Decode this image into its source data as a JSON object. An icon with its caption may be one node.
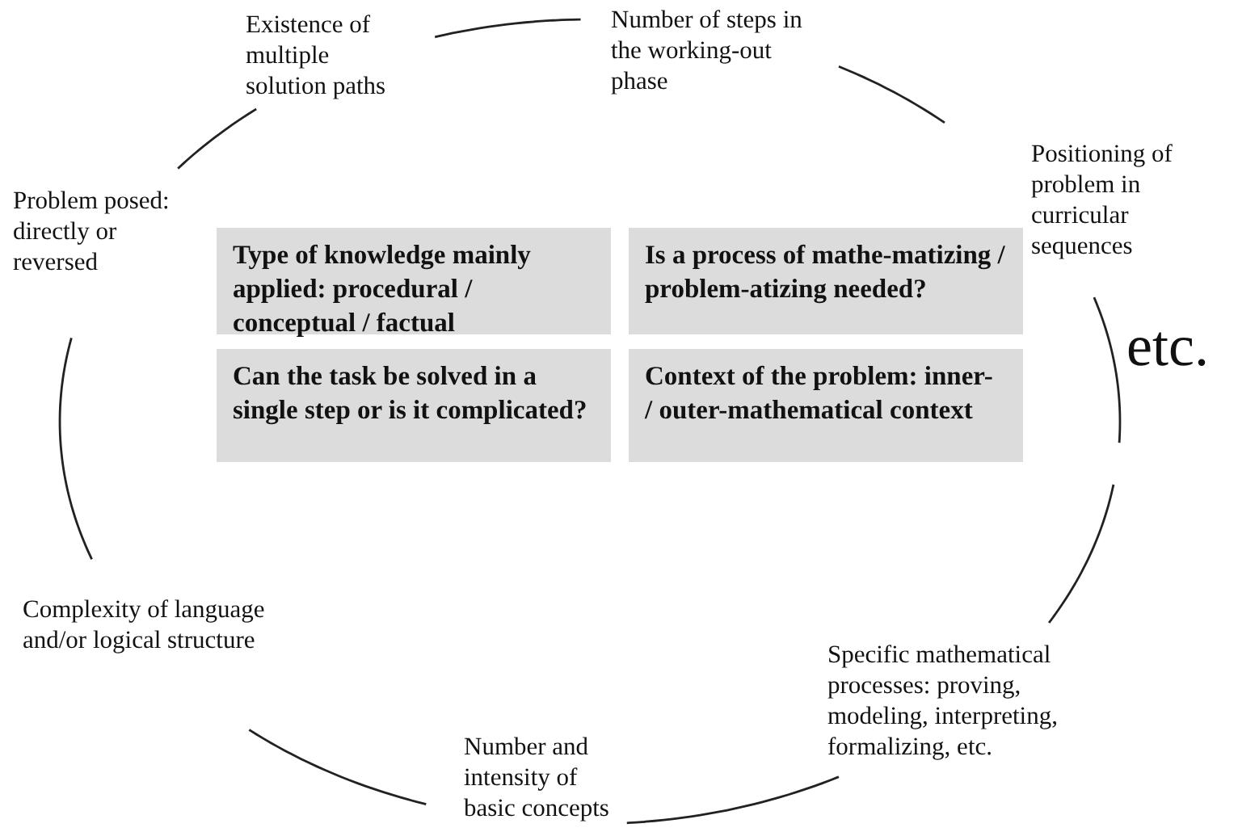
{
  "diagram": {
    "nodes": [
      {
        "text": [
          "Type of knowledge mainly applied: procedural / conceptual / factual"
        ]
      },
      {
        "text": [
          "Is a process of mathe-matizing / problem-atizing needed?"
        ]
      },
      {
        "text": [
          "Can the task be solved in a single step or is it complicated?"
        ]
      },
      {
        "text": [
          "Context of the problem: inner- / outer-mathematical context"
        ]
      }
    ],
    "labels": [
      "Number of steps in the working-out phase",
      "Existence of multiple solution paths",
      "Positioning of problem in curricular sequences",
      "Problem posed: directly or reversed",
      "etc.",
      "Complexity of language and/or logical structure",
      "Specific mathematical processes: proving, modeling, interpreting, formalizing, etc.",
      "Number and intensity of basic concepts"
    ]
  }
}
